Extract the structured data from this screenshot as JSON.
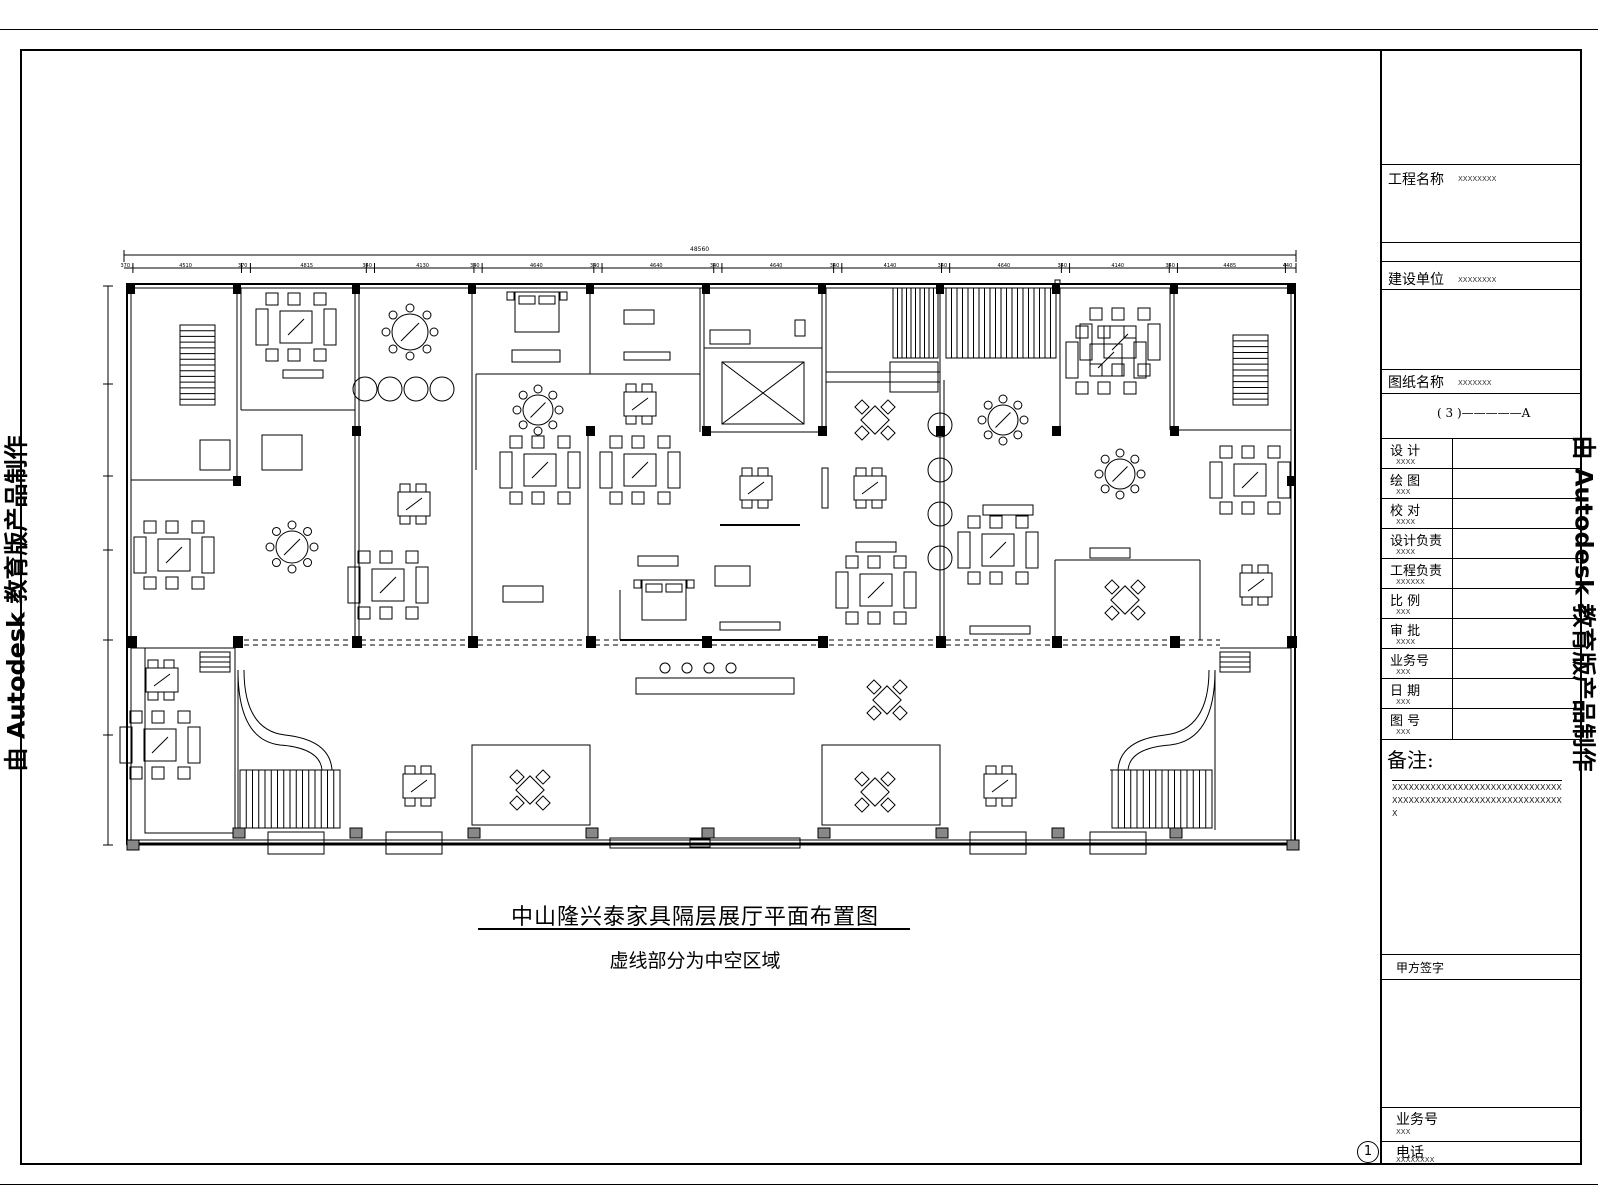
{
  "drawing": {
    "main_title": "中山隆兴泰家具隔层展厅平面布置图",
    "subtitle": "虚线部分为中空区域",
    "watermark_left": "由 Autodesk 教育版产品制作",
    "watermark_right": "由 Autodesk 教育版产品制作",
    "sheet_marker": "1"
  },
  "title_block": {
    "project_name_label": "工程名称",
    "project_name_value": "XXXXXXXX",
    "client_label": "建设单位",
    "client_value": "XXXXXXXX",
    "drawing_name_label": "图纸名称",
    "drawing_name_value": "XXXXXXX",
    "scale_ref": "( 3 )—————A",
    "rows": [
      {
        "label": "设    计",
        "value": "XXXX"
      },
      {
        "label": "绘    图",
        "value": "XXX"
      },
      {
        "label": "校    对",
        "value": "XXXX"
      },
      {
        "label": "设计负责",
        "value": "XXXX"
      },
      {
        "label": "工程负责",
        "value": "XXXXXX"
      },
      {
        "label": "比    例",
        "value": "XXX"
      },
      {
        "label": "审    批",
        "value": "XXXX"
      },
      {
        "label": "业务号",
        "value": "XXX"
      },
      {
        "label": "日    期",
        "value": "XXX"
      },
      {
        "label": "图    号",
        "value": "XXX"
      }
    ],
    "remarks_label": "备注:",
    "remarks_text": "XXXXXXXXXXXXXXXXXXXXXXXXXXXXXXXXXXXXXXXXXXXXXXXXXXXXXXXXXXXXXXX",
    "client_sign_label": "甲方签字",
    "business_no_label": "业务号",
    "business_no_value": "XXX",
    "phone_label": "电话",
    "phone_value": "XXXXXXXX"
  },
  "dimensions": {
    "overall": "48560",
    "segments": [
      "370",
      "4510",
      "370",
      "4815",
      "340",
      "4130",
      "340",
      "4640",
      "340",
      "4640",
      "340",
      "4640",
      "340",
      "4140",
      "340",
      "4640",
      "340",
      "4140",
      "340",
      "4485",
      "440"
    ]
  }
}
